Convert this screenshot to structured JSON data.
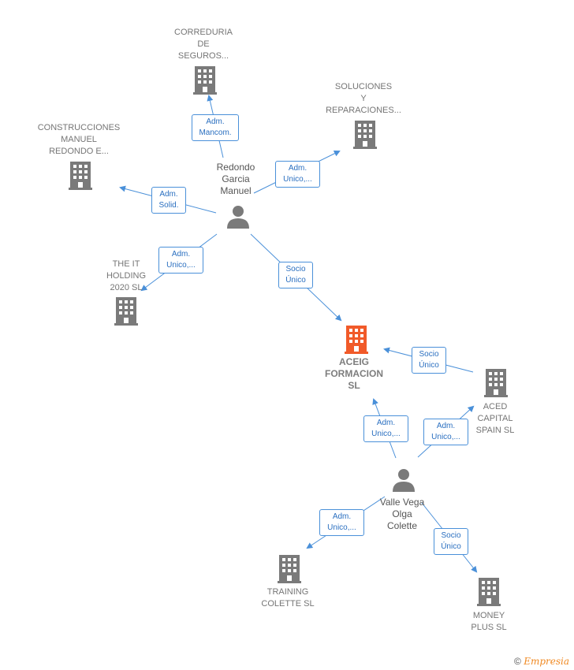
{
  "companies": {
    "correduria": "CORREDURIA\nDE\nSEGUROS...",
    "soluciones": "SOLUCIONES\nY\nREPARACIONES...",
    "construcciones": "CONSTRUCCIONES\nMANUEL\nREDONDO E...",
    "theit": "THE IT\nHOLDING\n2020  SL",
    "aceig": "ACEIG\nFORMACION\nSL",
    "aced": "ACED\nCAPITAL\nSPAIN  SL",
    "training": "TRAINING\nCOLETTE  SL",
    "money": "MONEY\nPLUS  SL"
  },
  "persons": {
    "redondo": "Redondo\nGarcia\nManuel",
    "valle": "Valle Vega\nOlga\nColette"
  },
  "relations": {
    "r1": "Adm.\nMancom.",
    "r2": "Adm.\nUnico,...",
    "r3": "Adm.\nSolid.",
    "r4": "Adm.\nUnico,...",
    "r5": "Socio\nÚnico",
    "r6": "Socio\nÚnico",
    "r7": "Adm.\nUnico,...",
    "r8": "Adm.\nUnico,...",
    "r9": "Adm.\nUnico,...",
    "r10": "Socio\nÚnico"
  },
  "footer": {
    "copyright": "©",
    "brand": "Empresia"
  },
  "colors": {
    "building": "#7a7a7a",
    "focus": "#f15a29",
    "edge": "#4a90d9"
  }
}
